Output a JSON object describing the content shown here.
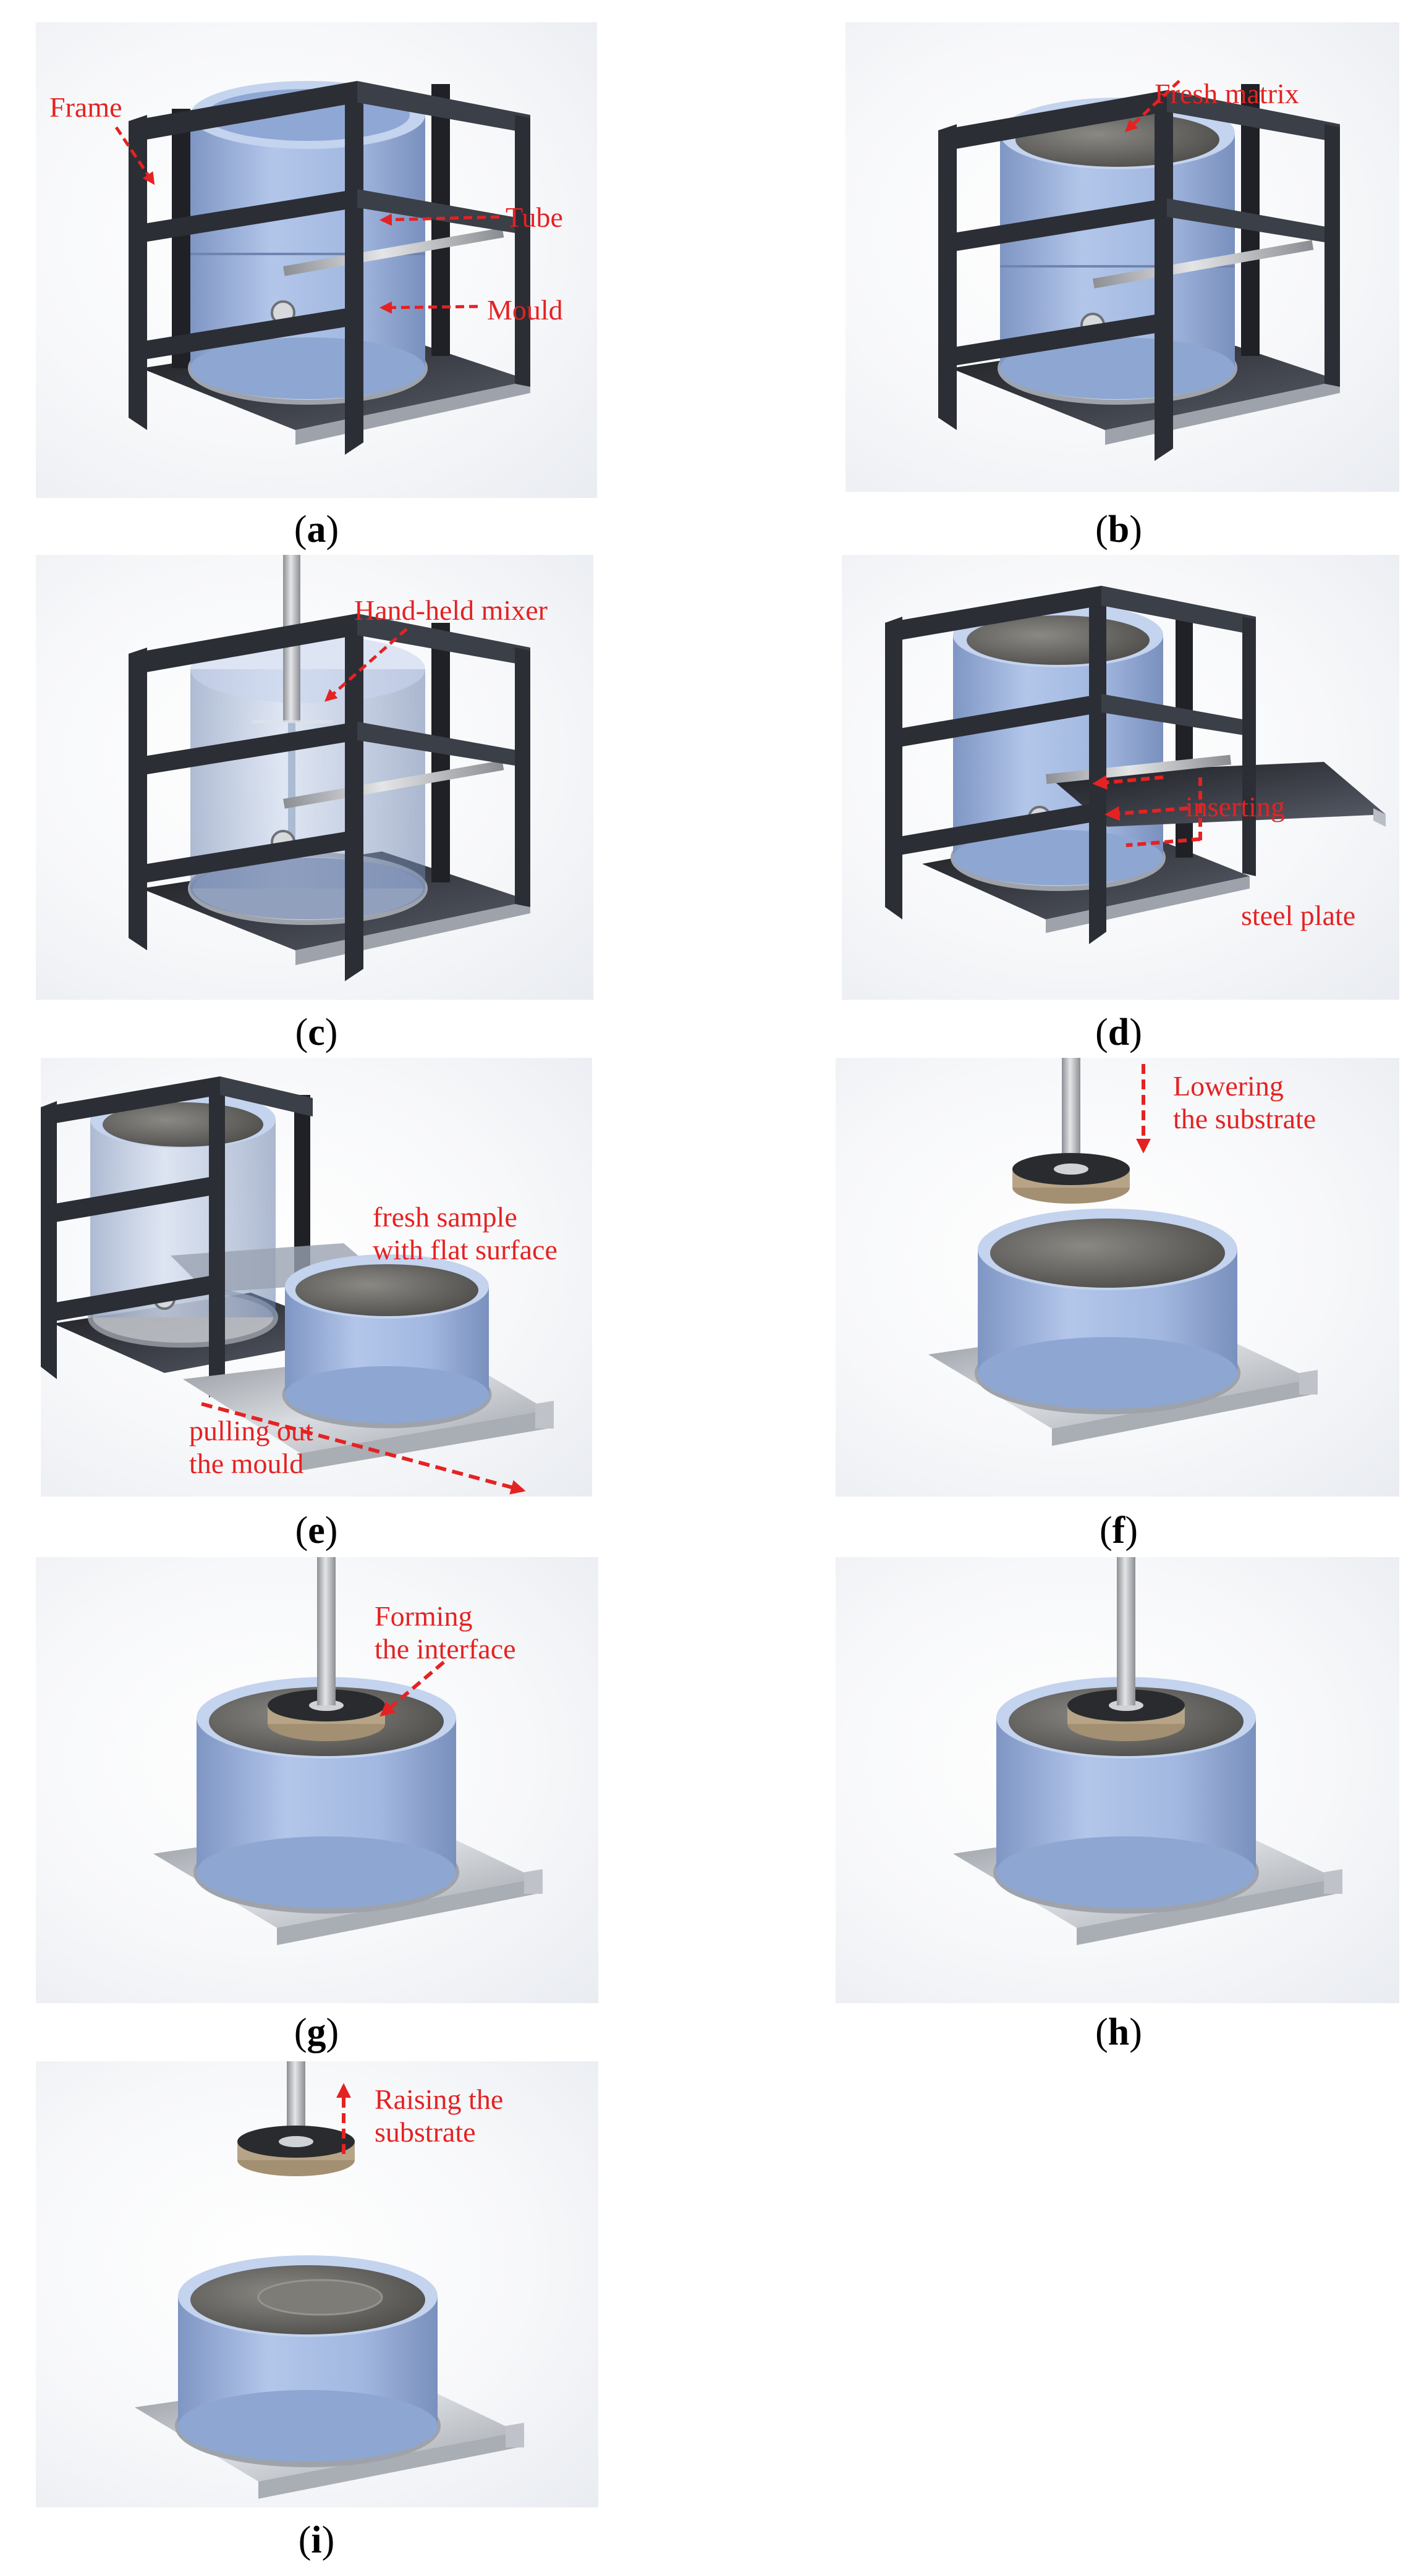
{
  "panels": {
    "a": {
      "caption_letter": "a",
      "labels": {
        "frame": "Frame",
        "tube": "Tube",
        "mould": "Mould"
      }
    },
    "b": {
      "caption_letter": "b",
      "labels": {
        "fresh_matrix": "Fresh matrix"
      }
    },
    "c": {
      "caption_letter": "c",
      "labels": {
        "mixer": "Hand-held mixer"
      }
    },
    "d": {
      "caption_letter": "d",
      "labels": {
        "inserting": "inserting",
        "steel_plate": "steel plate"
      }
    },
    "e": {
      "caption_letter": "e",
      "labels": {
        "fresh_sample_1": "fresh sample",
        "fresh_sample_2": "with flat surface",
        "pulling_1": "pulling out",
        "pulling_2": "the mould"
      }
    },
    "f": {
      "caption_letter": "f",
      "labels": {
        "lowering_1": "Lowering",
        "lowering_2": "the substrate"
      }
    },
    "g": {
      "caption_letter": "g",
      "labels": {
        "forming_1": "Forming",
        "forming_2": "the interface"
      }
    },
    "h": {
      "caption_letter": "h",
      "labels": {}
    },
    "i": {
      "caption_letter": "i",
      "labels": {
        "raising_1": "Raising the",
        "raising_2": "substrate"
      }
    }
  },
  "colors": {
    "annotation_red": "#e52222",
    "tube_blue": "#9db4dd",
    "frame_black": "#2a2d33",
    "steel": "#c9ccd1",
    "matrix_grey": "#6b6a66",
    "substrate_tan": "#b7a487"
  }
}
